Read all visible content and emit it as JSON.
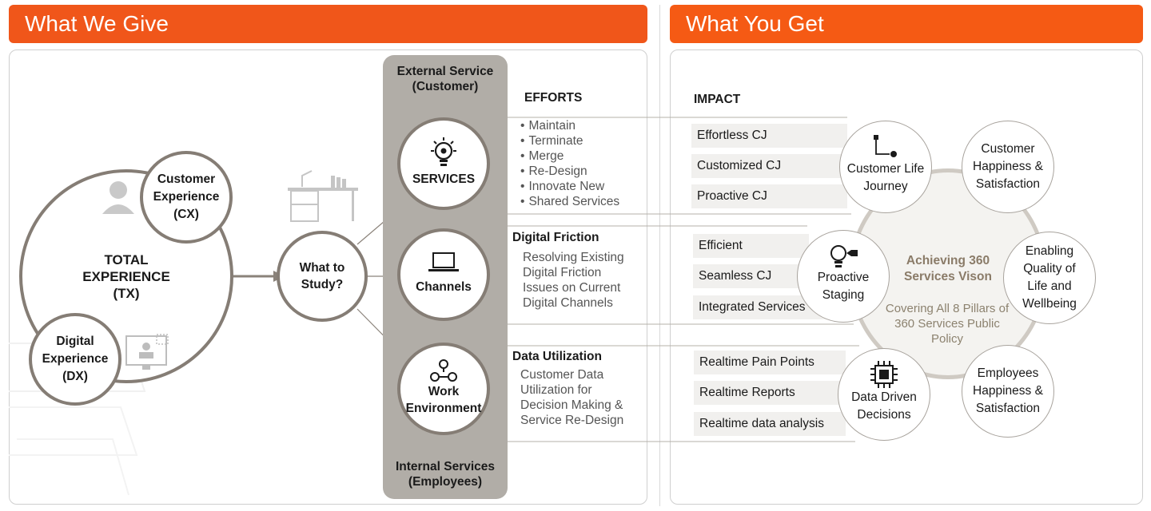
{
  "headers": {
    "left": "What We Give",
    "right": "What You Get"
  },
  "tx": {
    "total": [
      "TOTAL",
      "EXPERIENCE",
      "(TX)"
    ],
    "cx": [
      "Customer",
      "Experience",
      "(CX)"
    ],
    "dx": [
      "Digital",
      "Experience",
      "(DX)"
    ]
  },
  "study": [
    "What to",
    "Study?"
  ],
  "column": {
    "top": [
      "External Service",
      "(Customer)"
    ],
    "bottom": [
      "Internal Services",
      "(Employees)"
    ]
  },
  "nodes": {
    "services": "SERVICES",
    "channels": "Channels",
    "work": [
      "Work",
      "Environment"
    ]
  },
  "efforts": {
    "title": "EFFORTS",
    "items": [
      "Maintain",
      "Terminate",
      "Merge",
      "Re-Design",
      "Innovate New",
      "Shared Services"
    ]
  },
  "friction": {
    "title": "Digital Friction",
    "lines": [
      "Resolving Existing",
      "Digital Friction",
      "Issues on Current",
      "Digital Channels"
    ]
  },
  "utilization": {
    "title": "Data Utilization",
    "lines": [
      "Customer Data",
      "Utilization for",
      "Decision Making &",
      "Service Re-Design"
    ]
  },
  "impact": {
    "title": "IMPACT",
    "group1": [
      "Effortless CJ",
      "Customized CJ",
      "Proactive CJ"
    ],
    "group2": [
      "Efficient",
      "Seamless CJ",
      "Integrated Services"
    ],
    "group3": [
      "Realtime Pain Points",
      "Realtime Reports",
      "Realtime data analysis"
    ]
  },
  "hub": {
    "title": [
      "Achieving 360",
      "Services Vison"
    ],
    "sub": [
      "Covering All 8 Pillars of",
      "360 Services Public",
      "Policy"
    ]
  },
  "outcomes": {
    "clj": [
      "Customer Life",
      "Journey"
    ],
    "staging": [
      "Proactive",
      "Staging"
    ],
    "ddd": [
      "Data Driven",
      "Decisions"
    ],
    "happy": [
      "Customer",
      "Happiness &",
      "Satisfaction"
    ],
    "quality": [
      "Enabling",
      "Quality of",
      "Life and",
      "Wellbeing"
    ],
    "employees": [
      "Employees",
      "Happiness &",
      "Satisfaction"
    ]
  },
  "colors": {
    "orange": "#f0561a",
    "ring": "#857d75",
    "column": "#b1ada7",
    "hubText": "#8a7b68",
    "hubSub": "#8c826f"
  },
  "icons": [
    "user-icon",
    "desk-icon",
    "monitor-icon",
    "lightbulb-gear-icon",
    "laptop-icon",
    "network-people-icon",
    "flow-arrow-icon",
    "bulb-tag-icon",
    "chip-icon"
  ]
}
